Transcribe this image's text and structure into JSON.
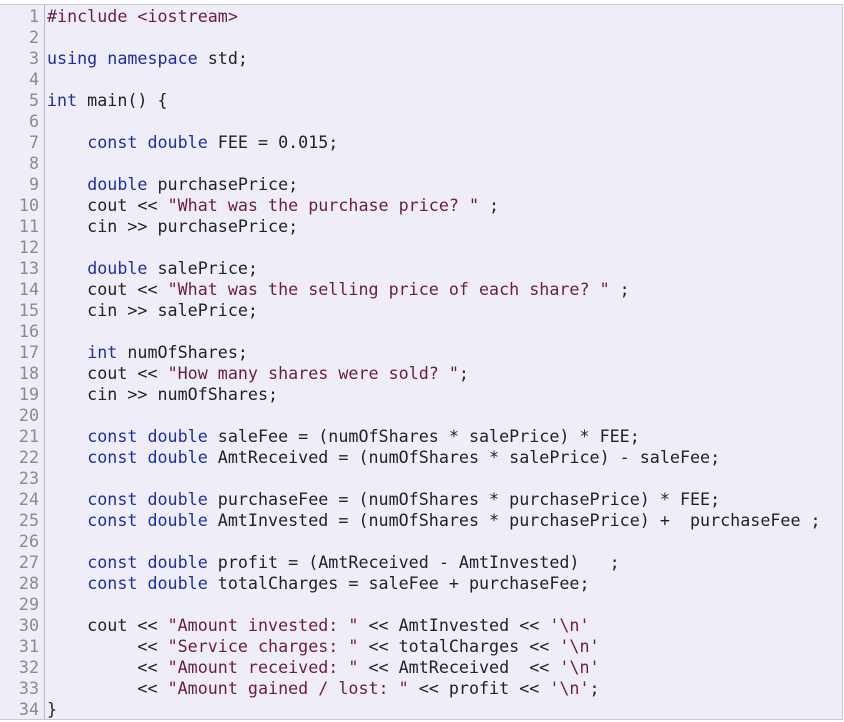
{
  "editor": {
    "language": "C++",
    "lines": [
      [
        {
          "t": "#include <iostream>",
          "c": "pp"
        }
      ],
      [],
      [
        {
          "t": "using namespace",
          "c": "kw"
        },
        {
          "t": " std;",
          "c": ""
        }
      ],
      [],
      [
        {
          "t": "int",
          "c": "kw"
        },
        {
          "t": " main() {",
          "c": ""
        }
      ],
      [],
      [
        {
          "t": "    ",
          "c": ""
        },
        {
          "t": "const double",
          "c": "kw"
        },
        {
          "t": " FEE = 0.015;",
          "c": ""
        }
      ],
      [],
      [
        {
          "t": "    ",
          "c": ""
        },
        {
          "t": "double",
          "c": "kw"
        },
        {
          "t": " purchasePrice;",
          "c": ""
        }
      ],
      [
        {
          "t": "    cout << ",
          "c": ""
        },
        {
          "t": "\"What was the purchase price? \"",
          "c": "str"
        },
        {
          "t": " ;",
          "c": ""
        }
      ],
      [
        {
          "t": "    cin >> purchasePrice;",
          "c": ""
        }
      ],
      [],
      [
        {
          "t": "    ",
          "c": ""
        },
        {
          "t": "double",
          "c": "kw"
        },
        {
          "t": " salePrice;",
          "c": ""
        }
      ],
      [
        {
          "t": "    cout << ",
          "c": ""
        },
        {
          "t": "\"What was the selling price of each share? \"",
          "c": "str"
        },
        {
          "t": " ;",
          "c": ""
        }
      ],
      [
        {
          "t": "    cin >> salePrice;",
          "c": ""
        }
      ],
      [],
      [
        {
          "t": "    ",
          "c": ""
        },
        {
          "t": "int",
          "c": "kw"
        },
        {
          "t": " numOfShares;",
          "c": ""
        }
      ],
      [
        {
          "t": "    cout << ",
          "c": ""
        },
        {
          "t": "\"How many shares were sold? \"",
          "c": "str"
        },
        {
          "t": ";",
          "c": ""
        }
      ],
      [
        {
          "t": "    cin >> numOfShares;",
          "c": ""
        }
      ],
      [],
      [
        {
          "t": "    ",
          "c": ""
        },
        {
          "t": "const double",
          "c": "kw"
        },
        {
          "t": " saleFee = (numOfShares * salePrice) * FEE;",
          "c": ""
        }
      ],
      [
        {
          "t": "    ",
          "c": ""
        },
        {
          "t": "const double",
          "c": "kw"
        },
        {
          "t": " AmtReceived = (numOfShares * salePrice) - saleFee;",
          "c": ""
        }
      ],
      [],
      [
        {
          "t": "    ",
          "c": ""
        },
        {
          "t": "const double",
          "c": "kw"
        },
        {
          "t": " purchaseFee = (numOfShares * purchasePrice) * FEE;",
          "c": ""
        }
      ],
      [
        {
          "t": "    ",
          "c": ""
        },
        {
          "t": "const double",
          "c": "kw"
        },
        {
          "t": " AmtInvested = (numOfShares * purchasePrice) +  purchaseFee ;",
          "c": ""
        }
      ],
      [],
      [
        {
          "t": "    ",
          "c": ""
        },
        {
          "t": "const double",
          "c": "kw"
        },
        {
          "t": " profit = (AmtReceived - AmtInvested)   ;",
          "c": ""
        }
      ],
      [
        {
          "t": "    ",
          "c": ""
        },
        {
          "t": "const double",
          "c": "kw"
        },
        {
          "t": " totalCharges = saleFee + purchaseFee;",
          "c": ""
        }
      ],
      [],
      [
        {
          "t": "    cout << ",
          "c": ""
        },
        {
          "t": "\"Amount invested: \"",
          "c": "str"
        },
        {
          "t": " << AmtInvested << ",
          "c": ""
        },
        {
          "t": "'\\n'",
          "c": "str"
        }
      ],
      [
        {
          "t": "         << ",
          "c": ""
        },
        {
          "t": "\"Service charges: \"",
          "c": "str"
        },
        {
          "t": " << totalCharges << ",
          "c": ""
        },
        {
          "t": "'\\n'",
          "c": "str"
        }
      ],
      [
        {
          "t": "         << ",
          "c": ""
        },
        {
          "t": "\"Amount received: \"",
          "c": "str"
        },
        {
          "t": " << AmtReceived  << ",
          "c": ""
        },
        {
          "t": "'\\n'",
          "c": "str"
        }
      ],
      [
        {
          "t": "         << ",
          "c": ""
        },
        {
          "t": "\"Amount gained / lost: \"",
          "c": "str"
        },
        {
          "t": " << profit << ",
          "c": ""
        },
        {
          "t": "'\\n'",
          "c": "str"
        },
        {
          "t": ";",
          "c": ""
        }
      ],
      [
        {
          "t": "}",
          "c": ""
        }
      ]
    ],
    "colors": {
      "background": "#efeef8",
      "keyword": "#1d2f9c",
      "string": "#6a1d42",
      "text": "#222222",
      "line_number": "#8a8a8a"
    }
  }
}
